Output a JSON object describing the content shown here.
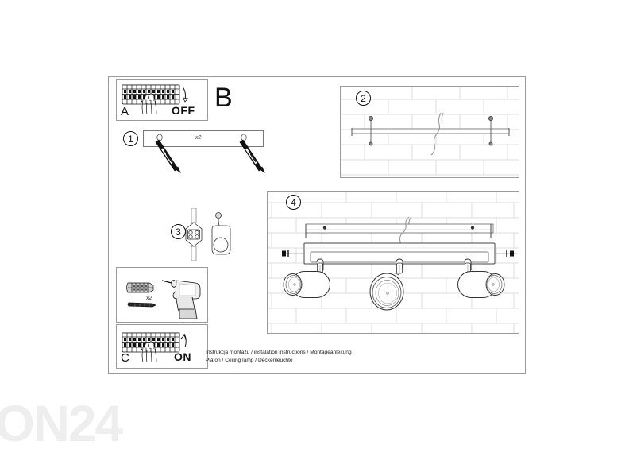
{
  "document": {
    "type": "installation-instructions-diagram",
    "product": "Plafon / Ceiling lamp / Deckenleuchte"
  },
  "watermark": {
    "text": "ON24"
  },
  "panels": {
    "power_off": {
      "letter": "A",
      "action_label": "OFF",
      "icon": "fuse-box-hand-icon",
      "description": "Switch the circuit breaker OFF"
    },
    "section_b": {
      "letter": "B"
    },
    "power_on": {
      "letter": "C",
      "action_label": "ON",
      "icon": "fuse-box-hand-icon",
      "description": "Switch the circuit breaker ON"
    },
    "drill": {
      "quantity_label": "x2",
      "icon": "drill-and-wall-plug-icon",
      "description": "Drill holes and insert wall plugs"
    }
  },
  "steps": [
    {
      "number": "1",
      "quantity_label": "x2",
      "description": "Mounting bar with two screws"
    },
    {
      "number": "2",
      "description": "Fix mounting bar to the wall"
    },
    {
      "number": "3",
      "description": "Connect wires with terminal block"
    },
    {
      "number": "4",
      "description": "Attach ceiling lamp to the mounting bar"
    }
  ],
  "caption": {
    "line1": "Instrukcja montażu / instalation instructions / Montageanleitung",
    "line2": "Plafon / Ceiling lamp / Deckenleuchte"
  },
  "colors": {
    "frame": "#9a9a9a",
    "ink": "#111111",
    "brick_line": "#d8d8d8",
    "watermark": "#eeeeee"
  }
}
